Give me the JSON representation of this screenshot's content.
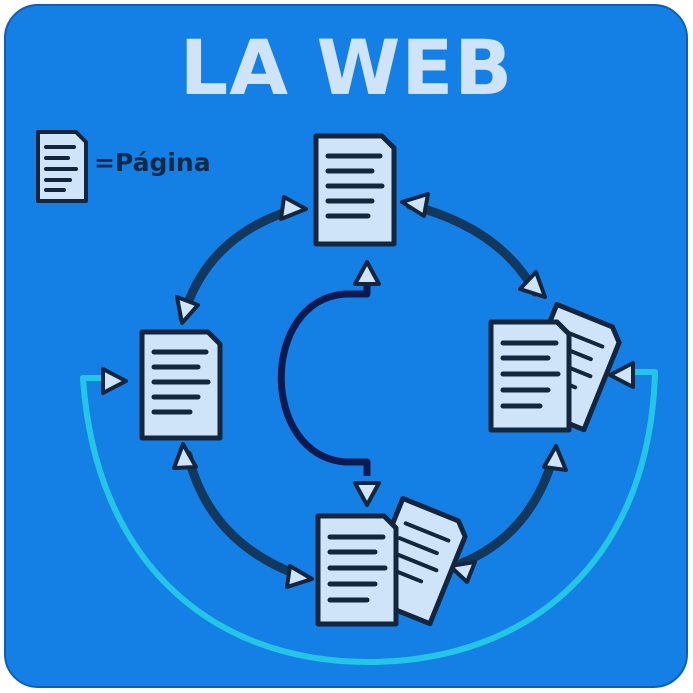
{
  "title": "LA WEB",
  "legend": {
    "icon": "page-document-icon",
    "text": "=Página"
  },
  "colors": {
    "background": "#1480e6",
    "title": "#cfe4f9",
    "page_fill": "#cfe4f9",
    "page_outline": "#13263d",
    "ring_links": "#13385e",
    "center_link": "#0b1a4f",
    "outer_link": "#23c6e6"
  },
  "nodes": [
    {
      "id": "top",
      "kind": "single-page"
    },
    {
      "id": "left",
      "kind": "single-page"
    },
    {
      "id": "right",
      "kind": "stacked-pages"
    },
    {
      "id": "bottom",
      "kind": "stacked-pages"
    }
  ],
  "links": [
    {
      "from": "top",
      "to": "left",
      "style": "ring",
      "bidirectional": true
    },
    {
      "from": "top",
      "to": "right",
      "style": "ring",
      "bidirectional": true
    },
    {
      "from": "left",
      "to": "bottom",
      "style": "ring",
      "bidirectional": true
    },
    {
      "from": "right",
      "to": "bottom",
      "style": "ring",
      "bidirectional": true
    },
    {
      "from": "top",
      "to": "bottom",
      "style": "center",
      "bidirectional": true
    },
    {
      "from": "left",
      "to": "right",
      "style": "outer",
      "bidirectional": true
    }
  ]
}
